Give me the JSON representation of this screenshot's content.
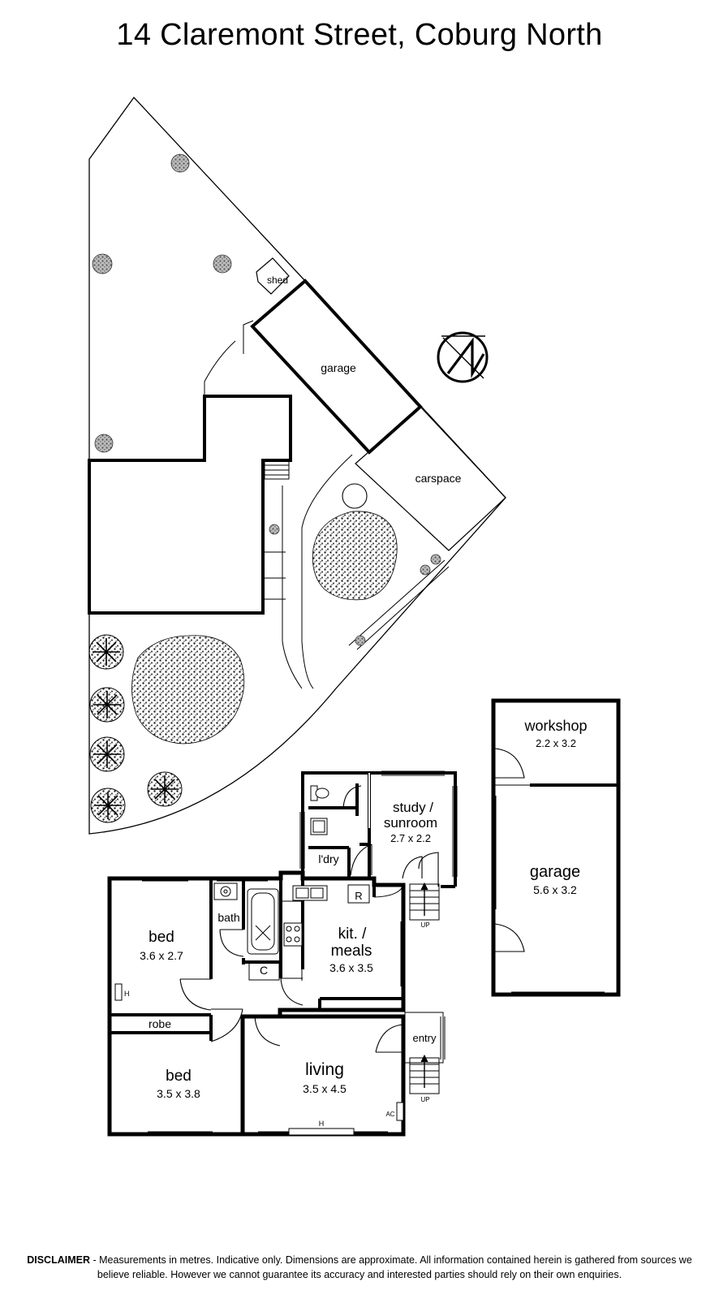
{
  "title": "14 Claremont Street, Coburg North",
  "site": {
    "shed": "shed",
    "garage": "garage",
    "carspace": "carspace"
  },
  "outbuilding": {
    "workshop": {
      "name": "workshop",
      "dims": "2.2 x 3.2"
    },
    "garage": {
      "name": "garage",
      "dims": "5.6 x 3.2"
    }
  },
  "house": {
    "bed1": {
      "name": "bed",
      "dims": "3.6 x 2.7"
    },
    "bed2": {
      "name": "bed",
      "dims": "3.5 x 3.8"
    },
    "robe": "robe",
    "bath": "bath",
    "cupboard": "C",
    "laundry": "l'dry",
    "study": {
      "line1": "study /",
      "line2": "sunroom",
      "dims": "2.7 x 2.2"
    },
    "kitchen": {
      "line1": "kit. /",
      "line2": "meals",
      "dims": "3.6 x 3.5"
    },
    "living": {
      "name": "living",
      "dims": "3.5 x 4.5"
    },
    "entry": "entry",
    "fridge": "R",
    "heater": "H",
    "aircon": "AC",
    "up": "UP"
  },
  "disclaimer": {
    "label": "DISCLAIMER",
    "text": " - Measurements in metres. Indicative only. Dimensions are approximate. All information contained herein is gathered from sources we believe reliable. However we cannot guarantee its accuracy and interested parties should rely on their own enquiries."
  },
  "icons": [
    "north-arrow-icon",
    "tree-icon",
    "shrub-icon",
    "toilet-icon",
    "sink-icon",
    "stove-icon",
    "bathtub-icon",
    "basin-icon",
    "door-swing-icon",
    "stairs-icon"
  ]
}
